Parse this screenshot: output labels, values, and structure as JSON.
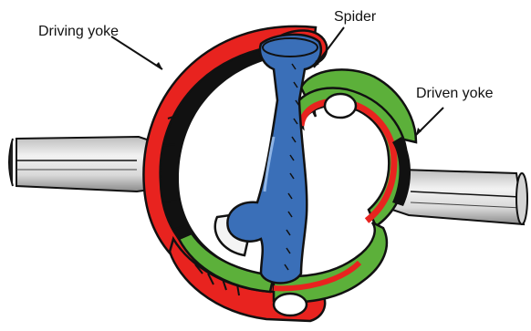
{
  "labels": {
    "driving_yoke": "Driving yoke",
    "spider": "Spider",
    "driven_yoke": "Driven yoke"
  },
  "colors": {
    "driving_yoke": "#e8231f",
    "spider": "#3a6fb8",
    "driven_yoke": "#5cb03a",
    "shaft": "#e6e6e6",
    "outline": "#111111",
    "background": "#ffffff"
  }
}
